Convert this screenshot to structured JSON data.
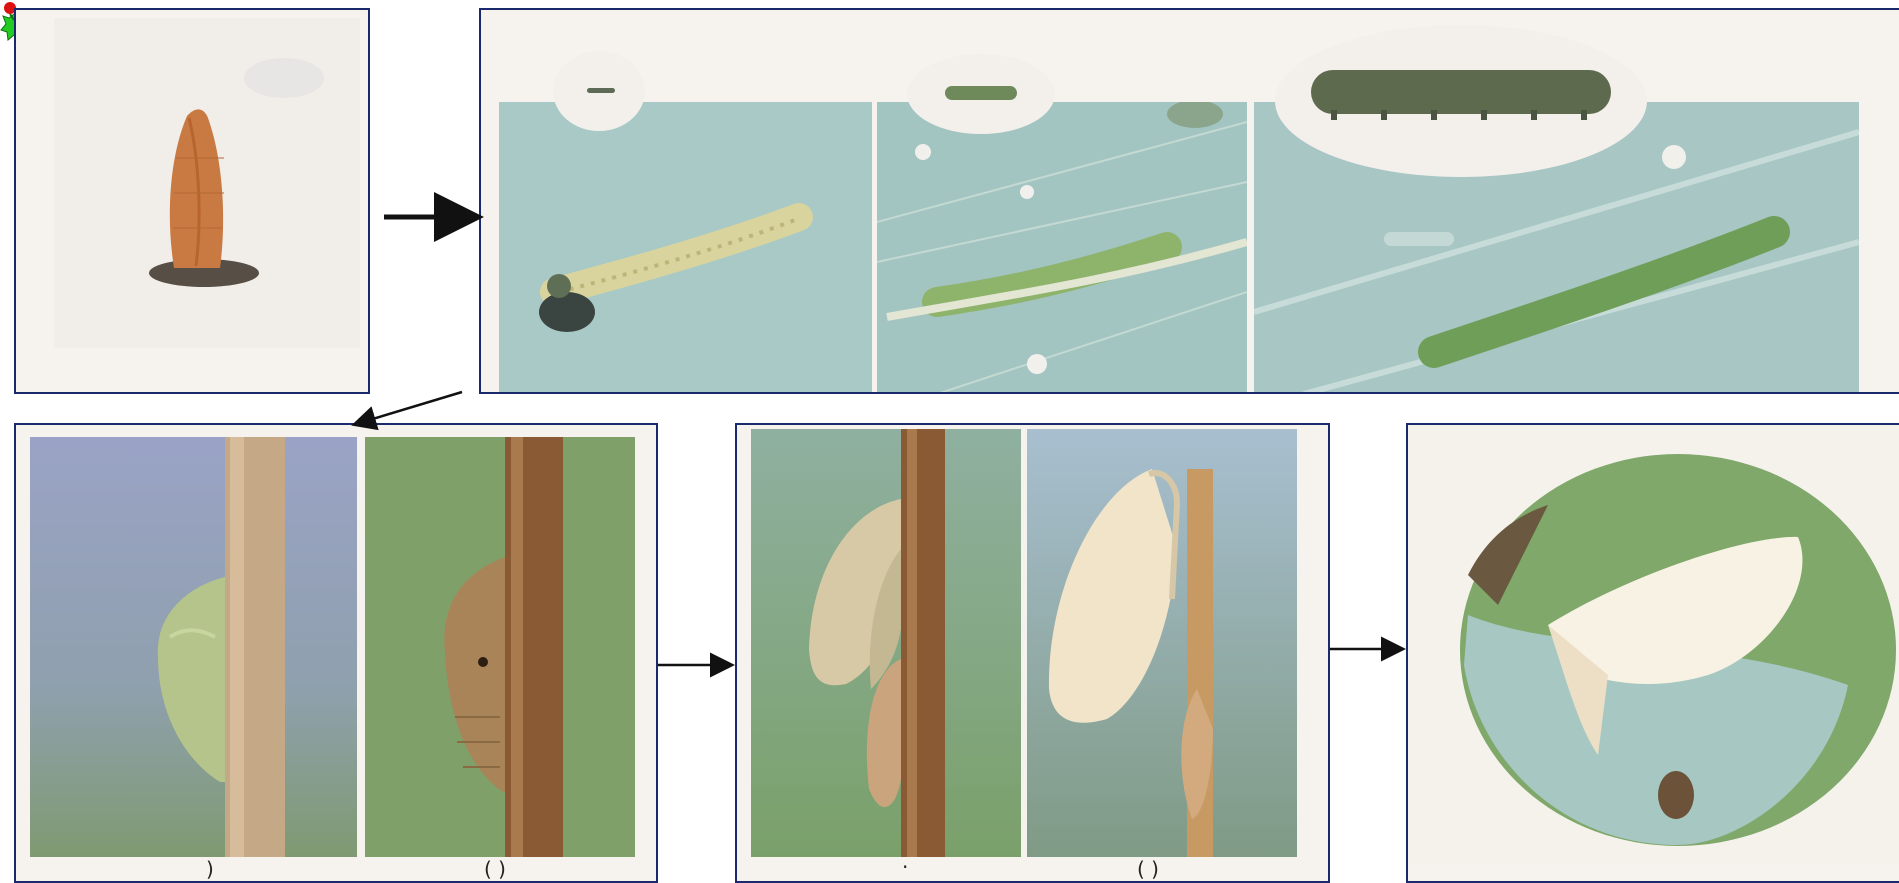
{
  "stages": {
    "egg": {
      "name": "egg-stage"
    },
    "larva": {
      "name": "larva-stage"
    },
    "pupa": {
      "name": "pupa-stage",
      "caption_a": ")",
      "caption_b": "(  )"
    },
    "emergence": {
      "name": "emergence-stage",
      "caption_a": "·",
      "caption_b": "(  )"
    },
    "adult": {
      "name": "adult-stage"
    }
  },
  "colors": {
    "frame_border": "#1a2a6c",
    "arrow": "#111111",
    "leaf_blue": "#a9c9c6",
    "leaf_green": "#7fa86a",
    "caterpillar": "#6f9e58",
    "egg": "#c97a42",
    "pupa_green": "#b5c48a",
    "pupa_brown": "#a98458",
    "butterfly_wing": "#f7f2e4",
    "holly_leaf": "#22cc22",
    "holly_berry": "#dd1111"
  },
  "icons": {
    "corner_decoration": "holly-icon",
    "arrow": "right-arrow-icon"
  }
}
